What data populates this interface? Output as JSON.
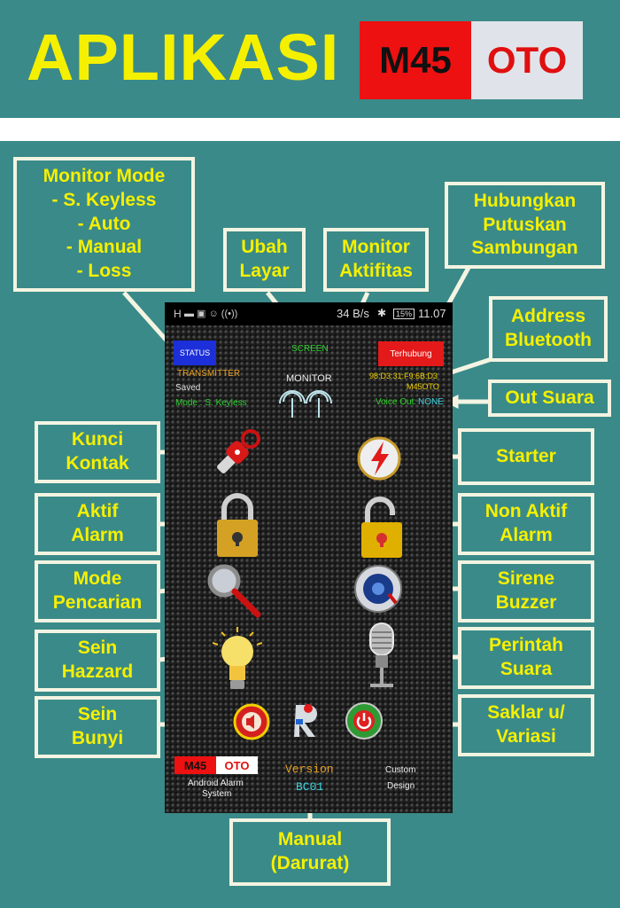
{
  "header": {
    "title": "APLIKASI",
    "logo_left": "M45",
    "logo_right": "OTO"
  },
  "callouts": {
    "monitor_mode": [
      "Monitor Mode",
      "- S. Keyless",
      "- Auto",
      "- Manual",
      "- Loss"
    ],
    "ubah_layar": [
      "Ubah",
      "Layar"
    ],
    "monitor_aktifitas": [
      "Monitor",
      "Aktifitas"
    ],
    "hubungkan": [
      "Hubungkan",
      "Putuskan",
      "Sambungan"
    ],
    "address": [
      "Address",
      "Bluetooth"
    ],
    "out_suara": "Out Suara",
    "kunci_kontak": [
      "Kunci",
      "Kontak"
    ],
    "starter": "Starter",
    "aktif_alarm": [
      "Aktif",
      "Alarm"
    ],
    "non_aktif_alarm": [
      "Non Aktif",
      "Alarm"
    ],
    "mode_pencarian": [
      "Mode",
      "Pencarian"
    ],
    "sirene_buzzer": [
      "Sirene",
      "Buzzer"
    ],
    "sein_hazzard": [
      "Sein",
      "Hazzard"
    ],
    "perintah_suara": [
      "Perintah",
      "Suara"
    ],
    "sein_bunyi": [
      "Sein",
      "Bunyi"
    ],
    "saklar": [
      "Saklar u/",
      "Variasi"
    ],
    "manual": [
      "Manual",
      "(Darurat)"
    ]
  },
  "phone": {
    "statusbar": {
      "signal": "H",
      "speed": "34 B/s",
      "battery": "15%",
      "time": "11.07"
    },
    "status_button": "STATUS",
    "transmitter": "TRANSMITTER",
    "saved": "Saved",
    "mode_line": "Mode : S. Keyless",
    "screen_label": "SCREEN",
    "monitor_label": "MONITOR",
    "connect_button": "Terhubung",
    "bt_address": "98:D3:31:F9:6B:D3",
    "device_name": "M45OTO",
    "voice_out_label": "Voice Out:",
    "voice_out_value": "NONE",
    "logo_left": "M45",
    "logo_right": "OTO",
    "logo_caption": [
      "Android Alarm",
      "System"
    ],
    "version_label": "Version",
    "version_value": "BC01",
    "custom_design": [
      "Custom",
      "Design"
    ]
  },
  "colors": {
    "background": "#3a8a89",
    "title_yellow": "#f5f000",
    "callout_border": "#f4f4e2",
    "brand_red": "#ee1111",
    "status_button_blue": "#1c2fd8",
    "connect_button_red": "#e41919",
    "phone_green": "#2ed32e",
    "phone_cyan": "#3dd3e0",
    "phone_orange": "#e8a020"
  },
  "icons": [
    "key-icon",
    "starter-bolt-icon",
    "lock-closed-icon",
    "lock-open-icon",
    "magnifier-icon",
    "siren-speaker-icon",
    "lightbulb-icon",
    "microphone-icon",
    "horn-button-icon",
    "manual-app-icon",
    "power-button-icon",
    "antenna-icon"
  ]
}
